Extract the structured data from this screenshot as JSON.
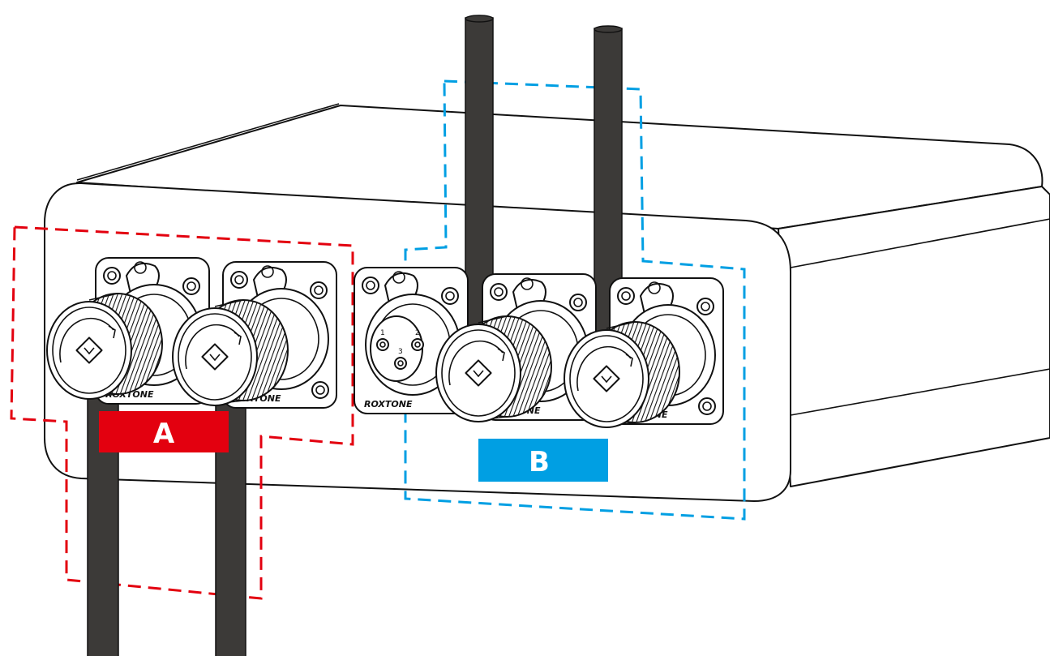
{
  "brand": "ROXTONE",
  "groups": [
    {
      "id": "A",
      "label": "A",
      "color": "#e3000f"
    },
    {
      "id": "B",
      "label": "B",
      "color": "#009fe3"
    }
  ],
  "xlr_pins": [
    "1",
    "2",
    "3"
  ],
  "colors": {
    "cable": "#3c3a38",
    "outline": "#111111",
    "background": "#ffffff"
  }
}
